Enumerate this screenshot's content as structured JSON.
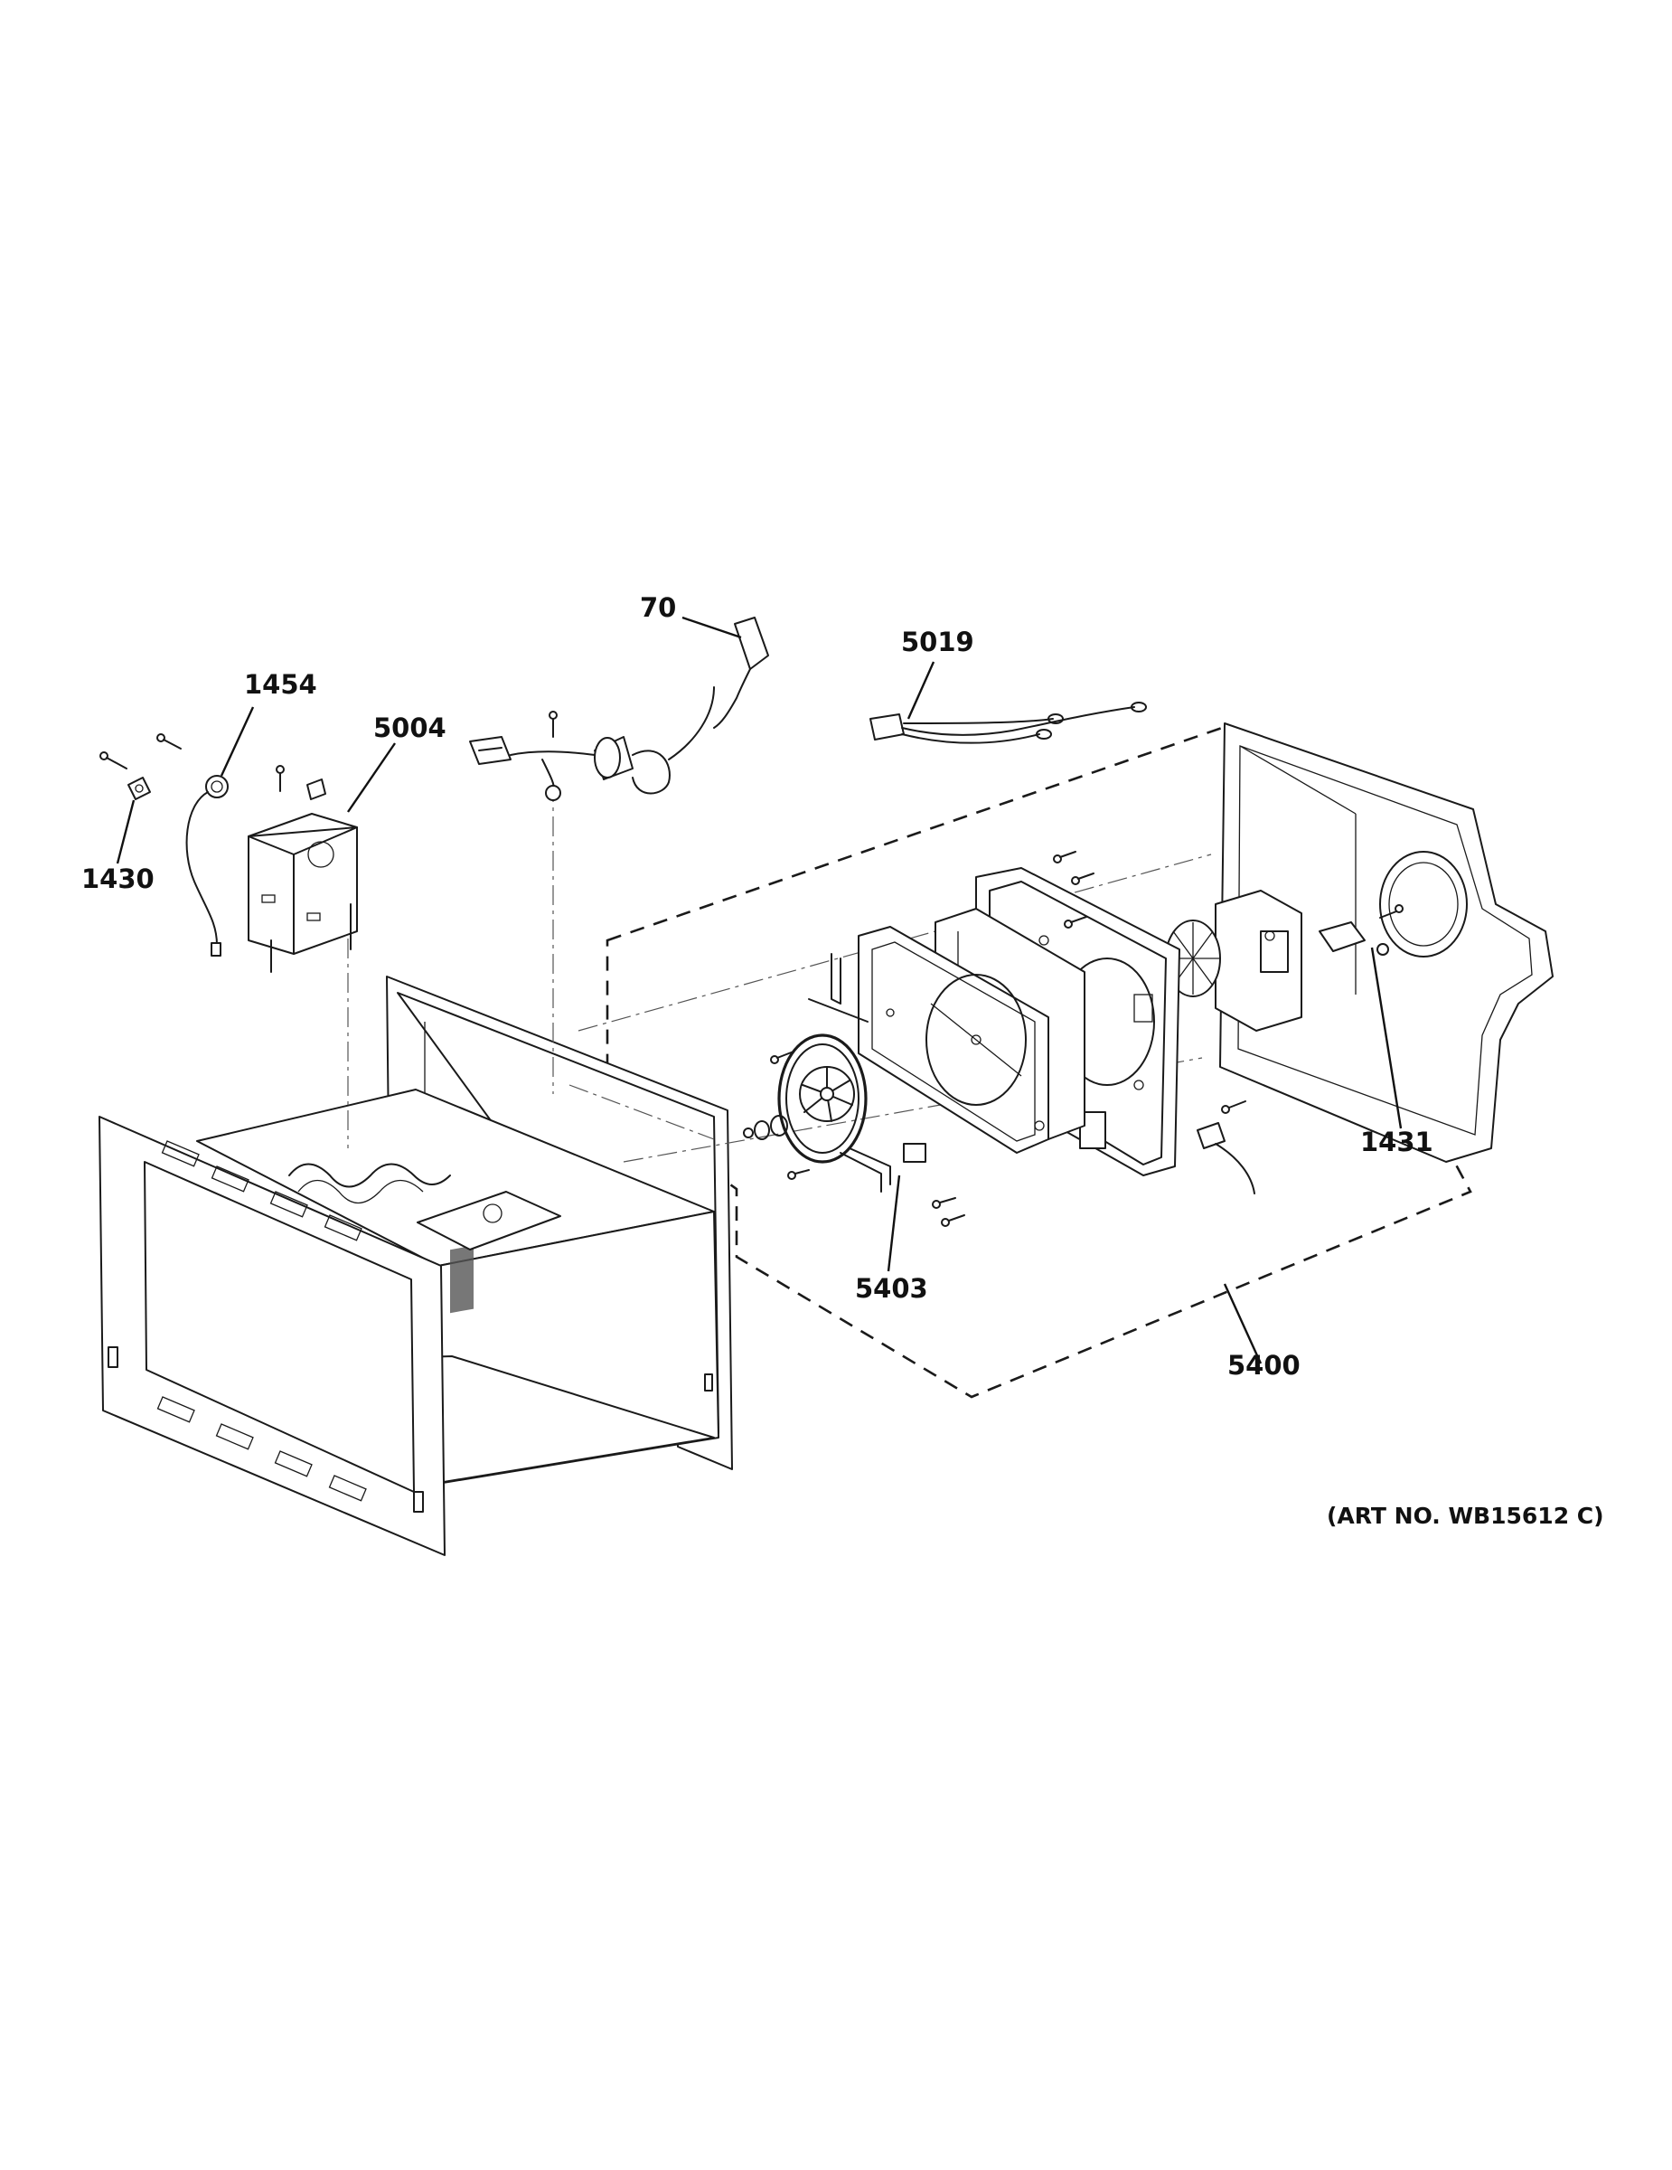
{
  "callouts": {
    "c70": "70",
    "c5019": "5019",
    "c1454": "1454",
    "c5004": "5004",
    "c1430": "1430",
    "c1431": "1431",
    "c5403": "5403",
    "c5400": "5400"
  },
  "art_number": "(ART NO. WB15612 C)"
}
